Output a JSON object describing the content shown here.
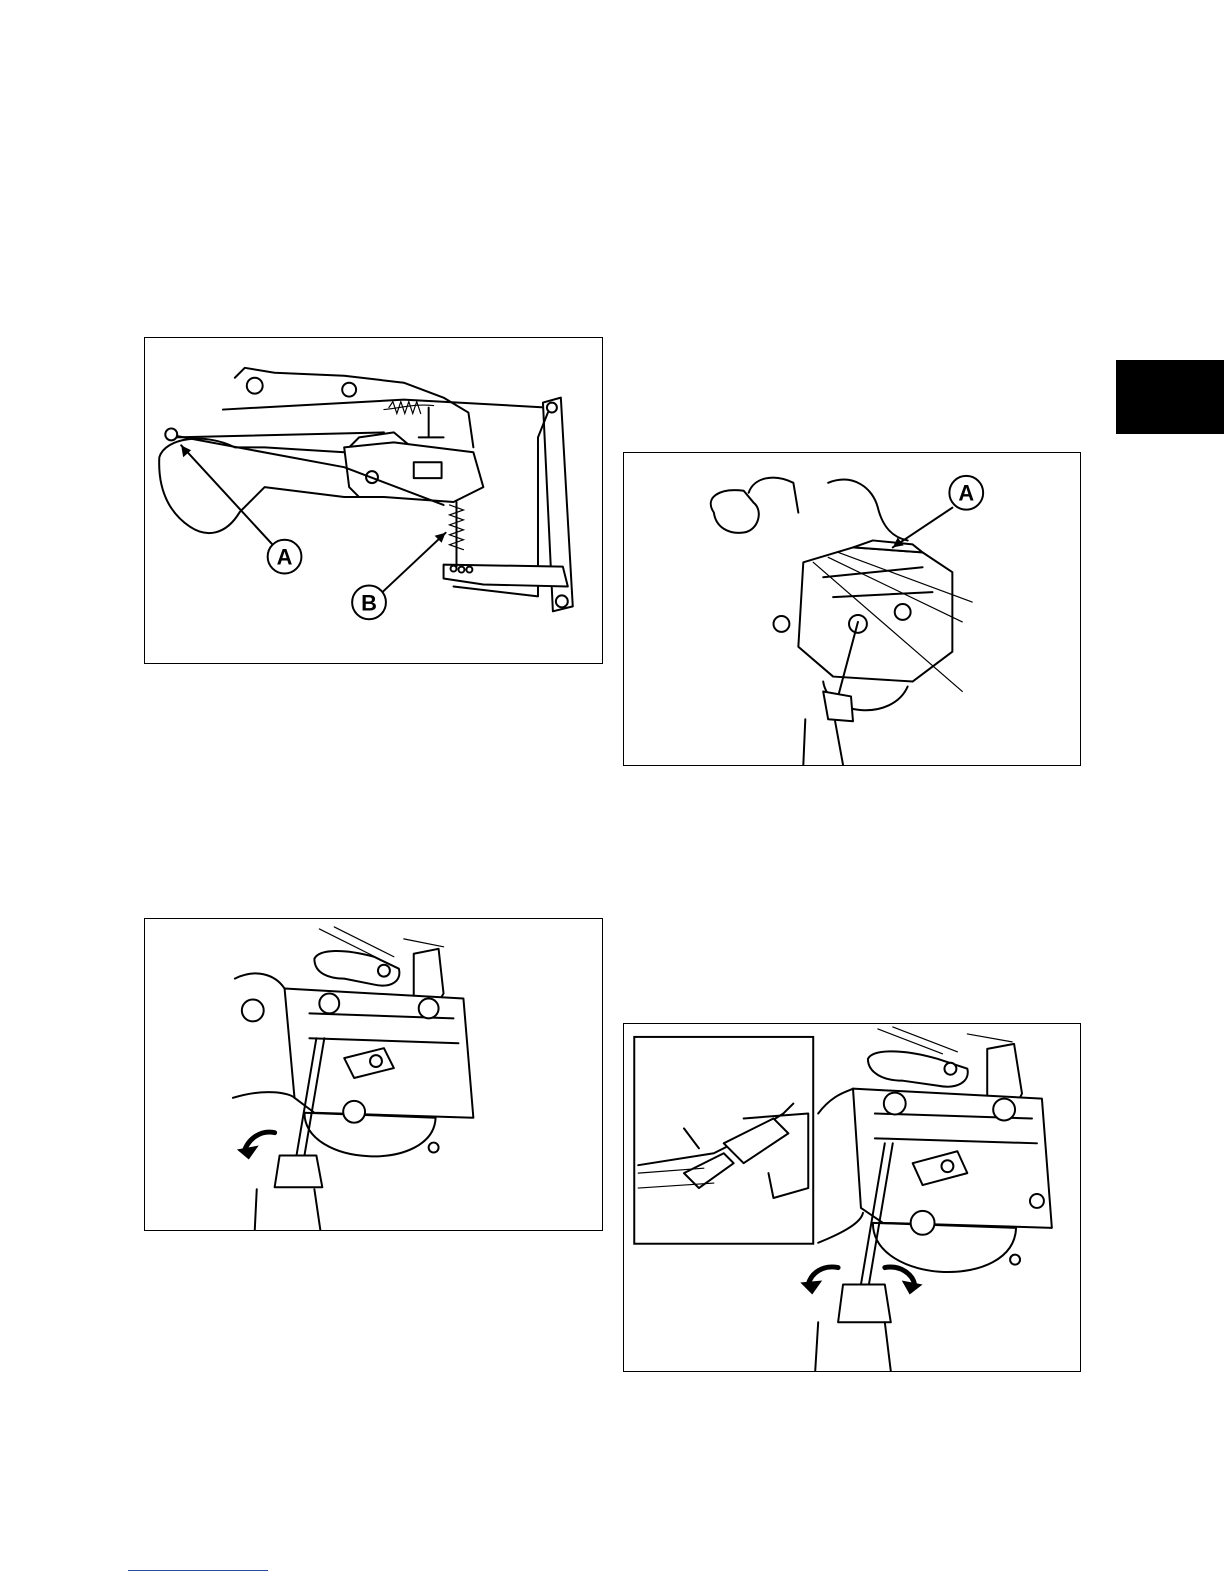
{
  "figures": [
    {
      "id": "fig-linkage",
      "callouts": [
        "A",
        "B"
      ]
    },
    {
      "id": "fig-carb-top",
      "callouts": [
        "A"
      ]
    },
    {
      "id": "fig-carb-screw-left",
      "callouts": []
    },
    {
      "id": "fig-carb-screw-both",
      "callouts": []
    }
  ],
  "colors": {
    "tab": "#000000",
    "rule": "#2b4aa3",
    "border": "#000000"
  }
}
